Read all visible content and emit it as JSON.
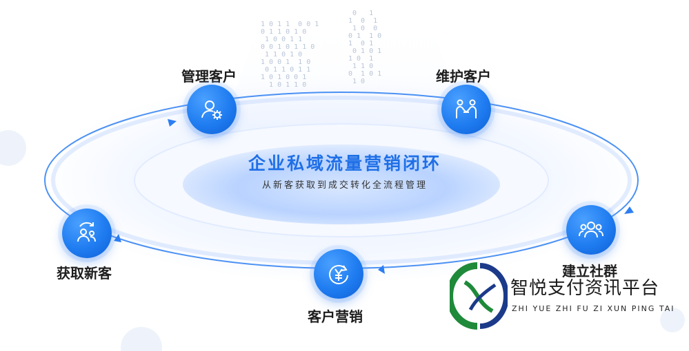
{
  "center": {
    "title": "企业私域流量营销闭环",
    "subtitle": "从新客获取到成交转化全流程管理"
  },
  "nodes": [
    {
      "label": "管理客户",
      "icon": "user-gear-icon"
    },
    {
      "label": "维护客户",
      "icon": "handshake-people-icon"
    },
    {
      "label": "建立社群",
      "icon": "group-people-icon"
    },
    {
      "label": "客户营销",
      "icon": "yen-refresh-icon"
    },
    {
      "label": "获取新客",
      "icon": "users-refresh-icon"
    }
  ],
  "watermark": {
    "name_cn": "智悦支付资讯平台",
    "name_en": "ZHI YUE ZHI FU ZI XUN PING TAI"
  },
  "colors": {
    "accent": "#1f7cf0",
    "title": "#1f6fe6",
    "logo_green": "#1f8a3a",
    "logo_navy": "#1c3a8a"
  }
}
